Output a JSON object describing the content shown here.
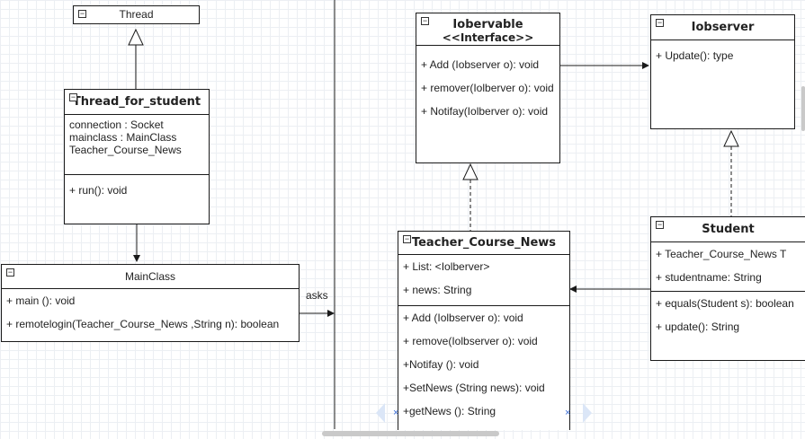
{
  "classes": {
    "thread": {
      "name": "Thread"
    },
    "thread_for_student": {
      "name": "Thread_for_student",
      "attributes": [
        "connection : Socket",
        "mainclass : MainClass",
        "Teacher_Course_News"
      ],
      "methods": [
        "+ run(): void"
      ]
    },
    "mainclass": {
      "name": "MainClass",
      "methods": [
        "+ main (): void",
        "+ remotelogin(Teacher_Course_News ,String n): boolean"
      ]
    },
    "iobervable": {
      "name": "Iobervable",
      "stereotype": "<<Interface>>",
      "methods": [
        "+ Add (Iobserver o): void",
        "+ remover(Iolberver o): void",
        "+ Notifay(Iolberver o): void"
      ]
    },
    "iobserver": {
      "name": "Iobserver",
      "methods": [
        "+ Update(): type"
      ]
    },
    "teacher_course_news": {
      "name": "Teacher_Course_News",
      "attributes": [
        "+ List: <Iolberver>",
        "+ news: String"
      ],
      "methods": [
        "+ Add (Iolbserver o): void",
        "+ remove(Iolbserver o): void",
        "+Notifay (): void",
        "+SetNews (String news): void",
        "+getNews (): String"
      ]
    },
    "student": {
      "name": "Student",
      "attributes": [
        "+ Teacher_Course_News T",
        "+ studentname: String"
      ],
      "methods": [
        "+ equals(Student s): boolean",
        "+ update(): String"
      ]
    }
  },
  "edge_labels": {
    "asks": "asks"
  },
  "icons": {
    "collapse": "−",
    "handle": "×"
  },
  "colors": {
    "grid": "#eceff3",
    "line": "#1a1a1a",
    "selection": "#3d6fd6"
  }
}
